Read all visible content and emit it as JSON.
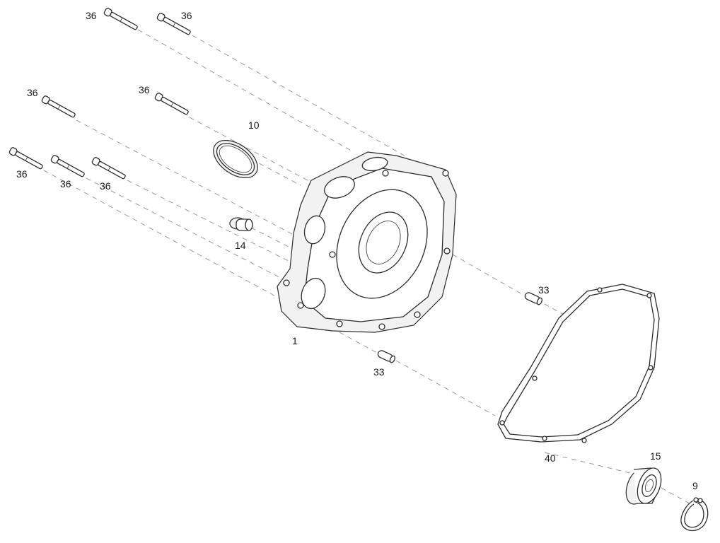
{
  "diagram": {
    "type": "exploded-parts-diagram",
    "line_color": "#2b2b2b",
    "axis_color": "#9a9a9a",
    "callouts": {
      "bolt_label": "36",
      "cover_label": "1",
      "seal_label": "10",
      "plug_label": "14",
      "dowel_label": "33",
      "gasket_label": "40",
      "bearing_label": "15",
      "circlip_label": "9"
    }
  }
}
